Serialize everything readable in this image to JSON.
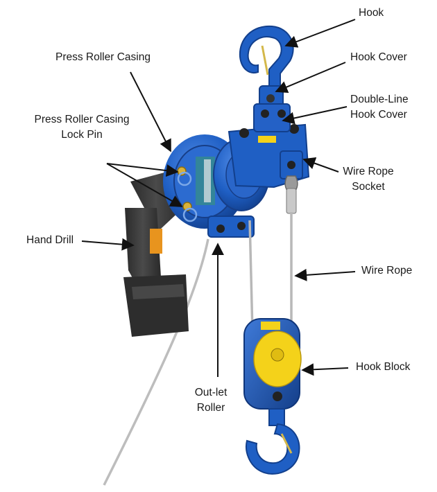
{
  "labels": {
    "hook": "Hook",
    "press_roller_casing": "Press Roller Casing",
    "hook_cover": "Hook Cover",
    "double_line_hook_cover": [
      "Double-Line",
      "Hook Cover"
    ],
    "lock_pin": [
      "Press Roller Casing",
      "Lock Pin"
    ],
    "wire_rope_socket": [
      "Wire Rope",
      "Socket"
    ],
    "hand_drill": "Hand Drill",
    "wire_rope": "Wire Rope",
    "hook_block": "Hook Block",
    "outlet_roller": [
      "Out-let",
      "Roller"
    ]
  },
  "colors": {
    "hoist_blue": "#1f5fc4",
    "hoist_blue_dark": "#123f8c",
    "drill_body": "#3a3a3a",
    "drill_accent": "#e8941e",
    "rope_gray": "#b8b8b8",
    "label_yellow": "#f4d21a",
    "arrow": "#111111"
  }
}
